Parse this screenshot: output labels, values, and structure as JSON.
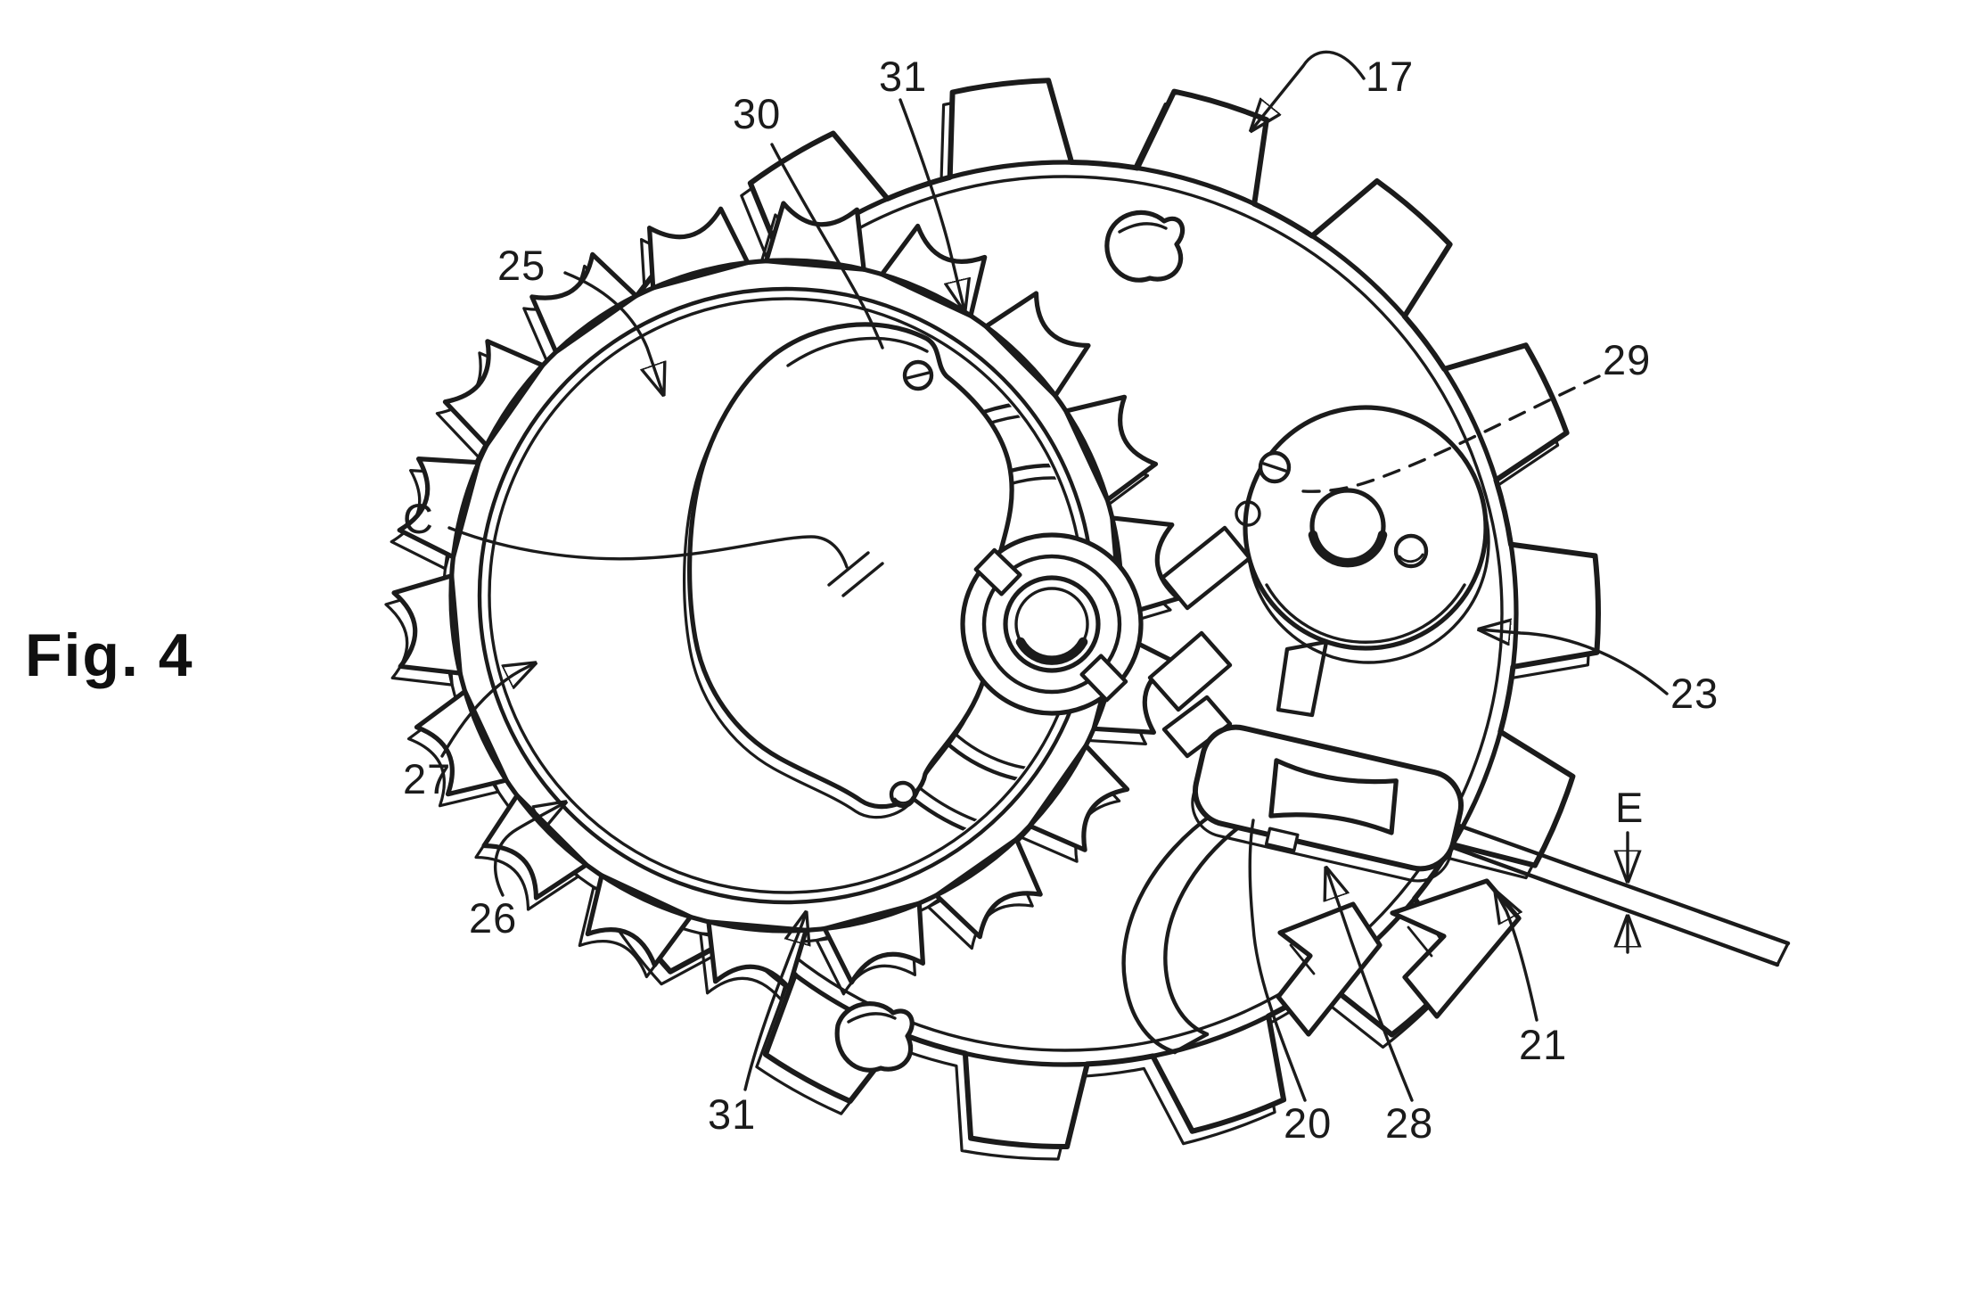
{
  "figure_label": "Fig. 4",
  "reference_labels": {
    "r17": "17",
    "r30": "30",
    "r31_top": "31",
    "r25": "25",
    "r29": "29",
    "r_c": "C",
    "r27": "27",
    "r26": "26",
    "r31_bottom": "31",
    "r23": "23",
    "r_e": "E",
    "r21": "21",
    "r20": "20",
    "r28": "28"
  },
  "style": {
    "ink_color": "#1b1b1b",
    "paper_color": "#ffffff"
  }
}
